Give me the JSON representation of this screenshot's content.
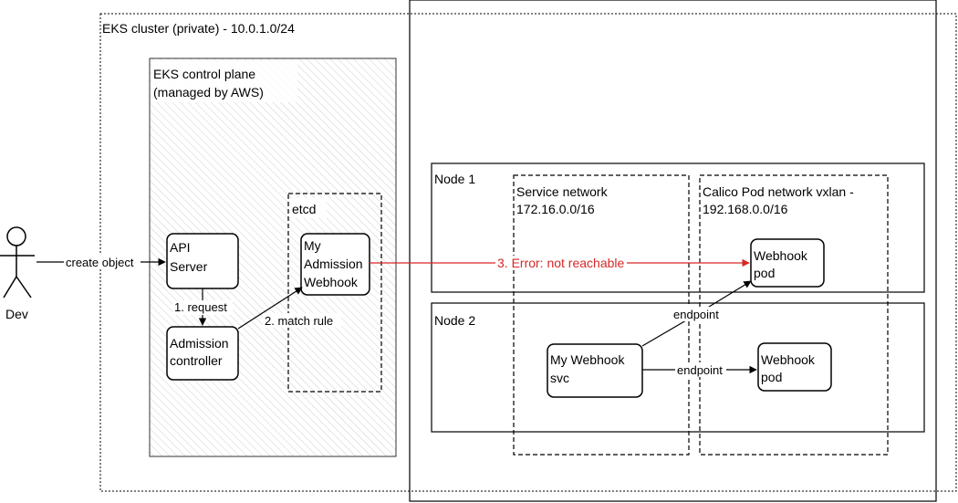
{
  "cluster": {
    "label": "EKS cluster (private) - 10.0.1.0/24"
  },
  "control_plane": {
    "label_line1": "EKS control plane",
    "label_line2": "(managed by AWS)"
  },
  "etcd": {
    "label": "etcd"
  },
  "api_server": {
    "line1": "API",
    "line2": "Server"
  },
  "admission_controller": {
    "line1": "Admission",
    "line2": "controller"
  },
  "admission_webhook": {
    "line1": "My",
    "line2": "Admission",
    "line3": "Webhook"
  },
  "dev": {
    "label": "Dev"
  },
  "node1": {
    "label": "Node 1"
  },
  "node2": {
    "label": "Node 2"
  },
  "service_network": {
    "line1": "Service network",
    "line2": "172.16.0.0/16"
  },
  "pod_network": {
    "line1": "Calico Pod network vxlan -",
    "line2": "192.168.0.0/16"
  },
  "webhook_pod_1": {
    "line1": "Webhook",
    "line2": "pod"
  },
  "webhook_pod_2": {
    "line1": "Webhook",
    "line2": "pod"
  },
  "webhook_svc": {
    "line1": "My Webhook",
    "line2": "svc"
  },
  "edges": {
    "create_object": "create object",
    "request": "1. request",
    "match_rule": "2. match rule",
    "error": "3. Error: not reachable",
    "endpoint_1": "endpoint",
    "endpoint_2": "endpoint"
  },
  "colors": {
    "error": "#d62828",
    "stroke": "#000000",
    "hatch": "#cfcfcf"
  }
}
